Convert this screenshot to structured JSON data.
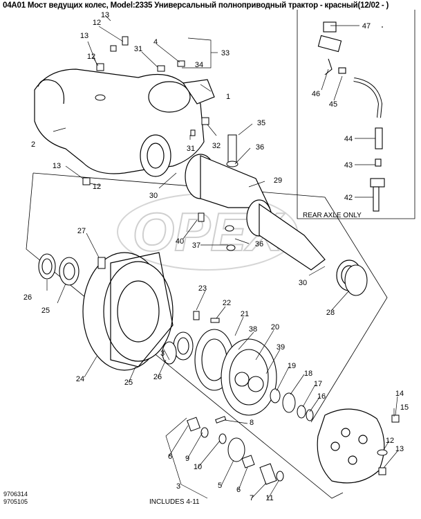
{
  "title": "04A01 Мост ведущих колес, Model:2335 Универсальный полноприводный трактор - красный(12/02 - )",
  "watermark": "OPEX",
  "notes": {
    "rear_axle_only": "REAR AXLE ONLY",
    "includes": "INCLUDES 4-11",
    "doc_number_1": "9706314",
    "doc_number_2": "9705105"
  },
  "callouts": {
    "c1": "1",
    "c2": "2",
    "c3": "3",
    "c4": "4",
    "c5": "5",
    "c6a": "6",
    "c6b": "6",
    "c7": "7",
    "c8": "8",
    "c9": "9",
    "c10": "10",
    "c11": "11",
    "c12a": "12",
    "c12b": "12",
    "c12c": "12",
    "c12d": "12",
    "c13a": "13",
    "c13b": "13",
    "c13c": "13",
    "c13d": "13",
    "c14": "14",
    "c15": "15",
    "c16": "16",
    "c17": "17",
    "c18": "18",
    "c19": "19",
    "c20": "20",
    "c21": "21",
    "c22": "22",
    "c23": "23",
    "c24": "24",
    "c25a": "25",
    "c25b": "25",
    "c26a": "26",
    "c26b": "26",
    "c27": "27",
    "c28": "28",
    "c29": "29",
    "c30a": "30",
    "c30b": "30",
    "c31a": "31",
    "c31b": "31",
    "c32": "32",
    "c33": "33",
    "c34": "34",
    "c35": "35",
    "c36a": "36",
    "c36b": "36",
    "c37": "37",
    "c38": "38",
    "c39": "39",
    "c40": "40",
    "c42": "42",
    "c43": "43",
    "c44": "44",
    "c45": "45",
    "c46": "46",
    "c47": "47"
  }
}
